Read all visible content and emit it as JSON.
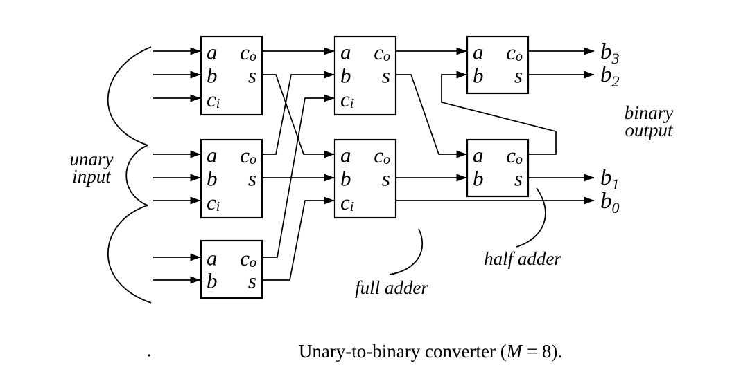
{
  "figure": {
    "caption": {
      "prefix": "Unary-to-binary converter (",
      "variable": "M",
      "suffix": " = 8)."
    },
    "annotations": {
      "unary_input_line1": "unary",
      "unary_input_line2": "input",
      "binary_output_line1": "binary",
      "binary_output_line2": "output",
      "full_adder": "full adder",
      "half_adder": "half adder"
    },
    "port_labels": {
      "a": "a",
      "b": "b",
      "c": "c",
      "sub_i": "i",
      "sub_o": "o",
      "s": "s"
    },
    "outputs": {
      "b3": {
        "base": "b",
        "sub": "3"
      },
      "b2": {
        "base": "b",
        "sub": "2"
      },
      "b1": {
        "base": "b",
        "sub": "1"
      },
      "b0": {
        "base": "b",
        "sub": "0"
      }
    },
    "colors": {
      "ink": "#000000",
      "background": "#ffffff"
    }
  }
}
